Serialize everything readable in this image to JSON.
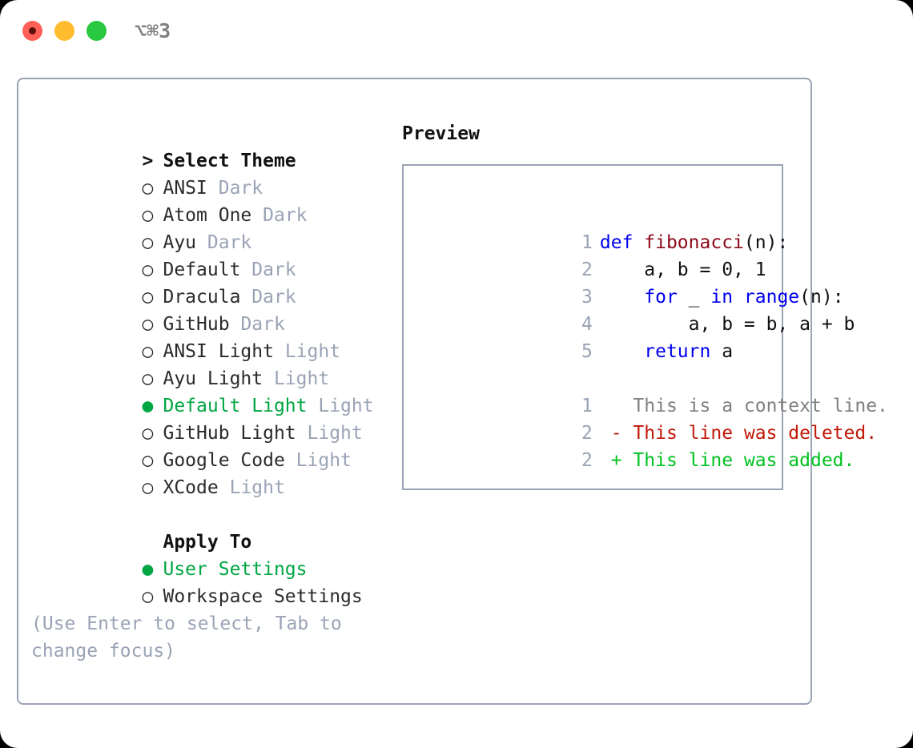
{
  "titlebar": {
    "shortcut": "⌥⌘3",
    "buttons": [
      {
        "name": "close",
        "color": "#ff5f57"
      },
      {
        "name": "minimize",
        "color": "#febc2e"
      },
      {
        "name": "zoom",
        "color": "#28c840"
      }
    ]
  },
  "theme_picker": {
    "header_marker": ">",
    "header_label": "Select Theme",
    "unselected_marker": "○",
    "selected_marker": "●",
    "accent_color": "#00a642",
    "tag_color": "#9aa3b5",
    "items": [
      {
        "label": "ANSI",
        "tag": "Dark",
        "selected": false
      },
      {
        "label": "Atom One",
        "tag": "Dark",
        "selected": false
      },
      {
        "label": "Ayu",
        "tag": "Dark",
        "selected": false
      },
      {
        "label": "Default",
        "tag": "Dark",
        "selected": false
      },
      {
        "label": "Dracula",
        "tag": "Dark",
        "selected": false
      },
      {
        "label": "GitHub",
        "tag": "Dark",
        "selected": false
      },
      {
        "label": "ANSI Light",
        "tag": "Light",
        "selected": false
      },
      {
        "label": "Ayu Light",
        "tag": "Light",
        "selected": false
      },
      {
        "label": "Default Light",
        "tag": "Light",
        "selected": true
      },
      {
        "label": "GitHub Light",
        "tag": "Light",
        "selected": false
      },
      {
        "label": "Google Code",
        "tag": "Light",
        "selected": false
      },
      {
        "label": "XCode",
        "tag": "Light",
        "selected": false
      }
    ]
  },
  "apply_to": {
    "header_label": "Apply To",
    "items": [
      {
        "label": "User Settings",
        "selected": true
      },
      {
        "label": "Workspace Settings",
        "selected": false
      }
    ]
  },
  "hint": "(Use Enter to select, Tab to change focus)",
  "preview": {
    "title": "Preview",
    "code_lines": [
      {
        "num": "1",
        "tokens": [
          {
            "t": "def ",
            "c": "kw"
          },
          {
            "t": "fibonacci",
            "c": "fn"
          },
          {
            "t": "(n):",
            "c": "pl"
          }
        ]
      },
      {
        "num": "2",
        "tokens": [
          {
            "t": "    a, b = 0, 1",
            "c": "pl"
          }
        ]
      },
      {
        "num": "3",
        "tokens": [
          {
            "t": "    ",
            "c": "pl"
          },
          {
            "t": "for",
            "c": "kw"
          },
          {
            "t": " _ ",
            "c": "pl"
          },
          {
            "t": "in",
            "c": "kw"
          },
          {
            "t": " ",
            "c": "pl"
          },
          {
            "t": "range",
            "c": "kw"
          },
          {
            "t": "(n):",
            "c": "pl"
          }
        ]
      },
      {
        "num": "4",
        "tokens": [
          {
            "t": "        a, b = b, a + b",
            "c": "pl"
          }
        ]
      },
      {
        "num": "5",
        "tokens": [
          {
            "t": "    ",
            "c": "pl"
          },
          {
            "t": "return",
            "c": "kw"
          },
          {
            "t": " a",
            "c": "pl"
          }
        ]
      }
    ],
    "diff_lines": [
      {
        "num": "1",
        "tokens": [
          {
            "t": "   This is a context line.",
            "c": "ctx"
          }
        ]
      },
      {
        "num": "2",
        "tokens": [
          {
            "t": " - This line was deleted.",
            "c": "del"
          }
        ]
      },
      {
        "num": "2",
        "tokens": [
          {
            "t": " + This line was added.",
            "c": "add"
          }
        ]
      }
    ]
  }
}
